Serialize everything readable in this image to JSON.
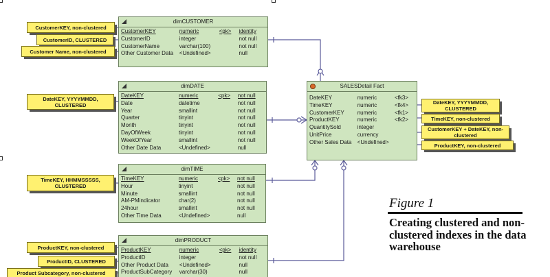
{
  "entities": {
    "customer": {
      "title": "dimCUSTOMER",
      "rows": [
        [
          "CustomerKEY",
          "numeric",
          "<pk>",
          "identity"
        ],
        [
          "CustomerID",
          "integer",
          "",
          "not null"
        ],
        [
          "CustomerName",
          "varchar(100)",
          "",
          "not null"
        ],
        [
          "Other Customer Data",
          "<Undefined>",
          "",
          "null"
        ]
      ]
    },
    "date": {
      "title": "dimDATE",
      "rows": [
        [
          "DateKEY",
          "numeric",
          "<pk>",
          "not null"
        ],
        [
          "Date",
          "datetime",
          "",
          "not null"
        ],
        [
          "Year",
          "smallint",
          "",
          "not null"
        ],
        [
          "Quarter",
          "tinyint",
          "",
          "not null"
        ],
        [
          "Month",
          "tinyint",
          "",
          "not null"
        ],
        [
          "DayOfWeek",
          "tinyint",
          "",
          "not null"
        ],
        [
          "WeekOfYear",
          "smallint",
          "",
          "not null"
        ],
        [
          "Other Date Data",
          "<Undefined>",
          "",
          "null"
        ]
      ]
    },
    "time": {
      "title": "dimTIME",
      "rows": [
        [
          "TimeKEY",
          "numeric",
          "<pk>",
          "not null"
        ],
        [
          "Hour",
          "tinyint",
          "",
          "not null"
        ],
        [
          "Minute",
          "smallint",
          "",
          "not null"
        ],
        [
          "AM-PMindicator",
          "char(2)",
          "",
          "not null"
        ],
        [
          "24hour",
          "smallint",
          "",
          "not null"
        ],
        [
          "Other Time Data",
          "<Undefined>",
          "",
          "null"
        ]
      ]
    },
    "product": {
      "title": "dimPRODUCT",
      "rows": [
        [
          "ProductKEY",
          "numeric",
          "<pk>",
          "identity"
        ],
        [
          "ProductID",
          "integer",
          "",
          "not null"
        ],
        [
          "Other Product Data",
          "<Undefined>",
          "",
          "null"
        ],
        [
          "ProductSubCategory",
          "varchar(30)",
          "",
          "null"
        ]
      ]
    },
    "sales": {
      "title": "SALESDetail Fact",
      "rows": [
        [
          "DateKEY",
          "numeric",
          "<fk3>",
          ""
        ],
        [
          "TimeKEY",
          "numeric",
          "<fk4>",
          ""
        ],
        [
          "CustomerKEY",
          "numeric",
          "<fk1>",
          ""
        ],
        [
          "ProductKEY",
          "numeric",
          "<fk2>",
          ""
        ],
        [
          "QuantitySold",
          "integer",
          "",
          ""
        ],
        [
          "UnitPrice",
          "currency",
          "",
          ""
        ],
        [
          "Other Sales Data",
          "<Undefined>",
          "",
          ""
        ]
      ]
    }
  },
  "notes": {
    "customer_key": "CustomerKEY, non-clustered",
    "customer_id": "CustomerID, CLUSTERED",
    "customer_name": "Customer Name, non-clustered",
    "date_key": "DateKEY, YYYYMMDD, CLUSTERED",
    "time_key": "TimeKEY, HHMMSSSSS, CLUSTERED",
    "product_key": "ProductKEY, non-clustered",
    "product_id": "ProductID, CLUSTERED",
    "product_subcat": "Product Subcategory, non-clustered",
    "fact_date": "DateKEY, YYYYMMDD, CLUSTERED",
    "fact_time": "TimeKEY, non-clustered",
    "fact_cust_date": "CustomerKEY + DateKEY, non-clustered",
    "fact_product": "ProductKEY, non-clustered"
  },
  "figure": {
    "label": "Figure 1",
    "caption": "Creating clustered and non-clustered indexes in the data warehouse"
  }
}
